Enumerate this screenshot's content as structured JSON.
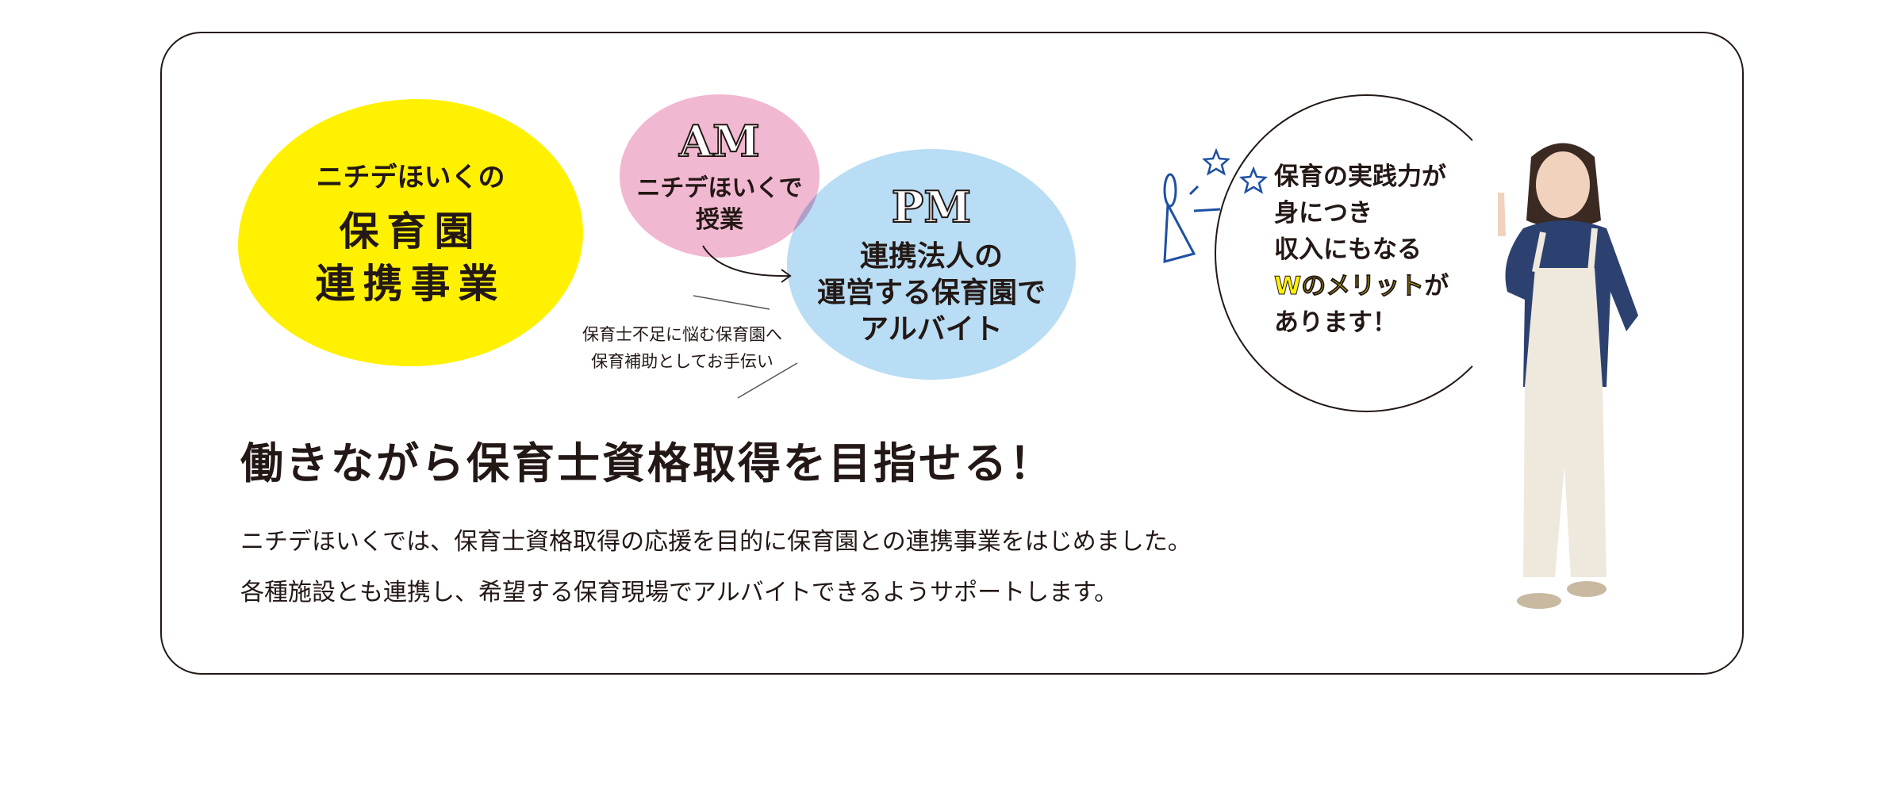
{
  "yellow_bubble": {
    "subtitle": "ニチデほいくの",
    "line1": "保育園",
    "line2": "連携事業"
  },
  "am_bubble": {
    "label": "AM",
    "line1": "ニチデほいくで",
    "line2": "授業"
  },
  "pm_bubble": {
    "label": "PM",
    "line1": "連携法人の",
    "line2": "運営する保育園で",
    "line3": "アルバイト"
  },
  "note": {
    "line1": "保育士不足に悩む保育園へ",
    "line2": "保育補助としてお手伝い"
  },
  "merit": {
    "line1": "保育の実践力が",
    "line2": "身につき",
    "line3": "収入にもなる",
    "highlight": "Wのメリット",
    "line4_suffix": "が",
    "line5": "あります！"
  },
  "heading": "働きながら保育士資格取得を目指せる！",
  "body": {
    "line1": "ニチデほいくでは、保育士資格取得の応援を目的に保育園との連携事業をはじめました。",
    "line2": "各種施設とも連携し、希望する保育現場でアルバイトできるようサポートします。"
  },
  "colors": {
    "yellow": "#fff100",
    "pink": "#f1b8d1",
    "blue": "#b8ddf4",
    "accent_blue": "#1d50a2"
  }
}
